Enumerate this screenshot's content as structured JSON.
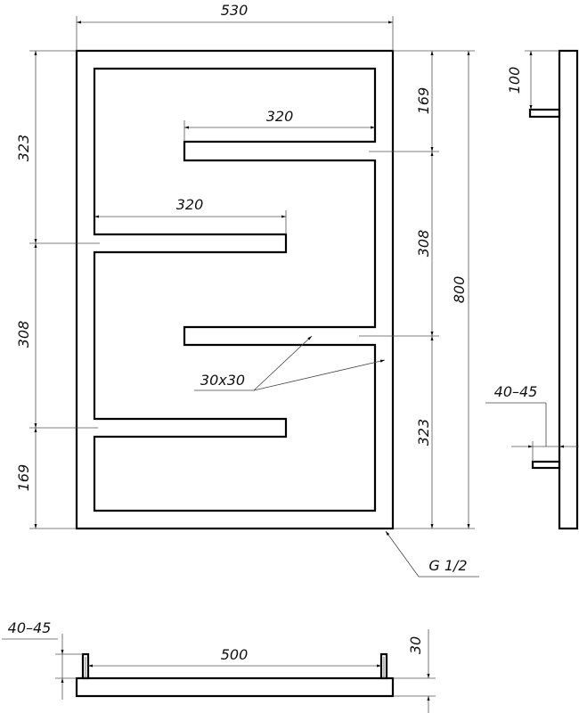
{
  "drawing": {
    "title": "Towel warmer technical drawing",
    "line_color": "#000000",
    "dimension_color": "#555555"
  },
  "front_view": {
    "width_label": "530",
    "rail_length_top_label": "320",
    "rail_length_mid_label": "320",
    "left_dims": [
      "323",
      "308",
      "169"
    ],
    "right_dims": [
      "169",
      "308",
      "323"
    ],
    "total_height_label": "800",
    "profile_label": "30x30",
    "connection_label": "G 1/2"
  },
  "side_view": {
    "bracket_offset_label": "100",
    "wall_distance_label": "40–45"
  },
  "bottom_view": {
    "wall_distance_label": "40–45",
    "center_distance_label": "500",
    "depth_label": "30"
  }
}
